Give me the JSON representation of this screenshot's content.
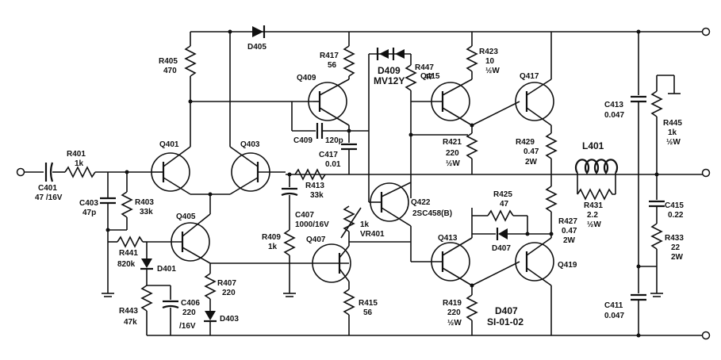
{
  "diagram": {
    "labels": {
      "R405": "R405",
      "R405_v": "470",
      "D405": "D405",
      "R417": "R417",
      "R417_v": "56",
      "Q409": "Q409",
      "D409": "D409",
      "D409_v": "MV12Y",
      "R447": "R447",
      "R447_v": "47",
      "Q415": "Q415",
      "R423": "R423",
      "R423_v": "10",
      "R423_w": "½W",
      "Q417": "Q417",
      "C413": "C413",
      "C413_v": "0.047",
      "R445": "R445",
      "R445_v": "1k",
      "R445_w": "½W",
      "C409": "C409",
      "C409_v": "120p",
      "C417": "C417",
      "C417_v": "0.01",
      "R421": "R421",
      "R421_v": "220",
      "R421_w": "½W",
      "R429": "R429",
      "R429_v": "0.47",
      "R429_w": "2W",
      "L401": "L401",
      "R401": "R401",
      "R401_v": "1k",
      "Q401": "Q401",
      "Q403": "Q403",
      "C401": "C401",
      "C401_v": "47 /16V",
      "C403": "C403",
      "C403_v": "47p",
      "R403": "R403",
      "R403_v": "33k",
      "R413": "R413",
      "R413_v": "33k",
      "Q422": "Q422",
      "Q422_v": "2SC458(B)",
      "R425": "R425",
      "R425_v": "47",
      "R431": "R431",
      "R431_v": "2.2",
      "R431_w": "½W",
      "C415": "C415",
      "C415_v": "0.22",
      "Q405": "Q405",
      "C407": "C407",
      "C407_v": "1000/16V",
      "VR401": "VR401",
      "VR401_v": "1k",
      "R427": "R427",
      "R427_v": "0.47",
      "R427_w": "2W",
      "R433": "R433",
      "R433_v": "22",
      "R433_w": "2W",
      "R441": "R441",
      "R441_v": "820k",
      "R409": "R409",
      "R409_v": "1k",
      "Q407": "Q407",
      "Q413": "Q413",
      "D407a": "D407",
      "Q419": "Q419",
      "D401": "D401",
      "R407": "R407",
      "R407_v": "220",
      "C406": "C406",
      "C406_v": "220",
      "C406_v2": "/16V",
      "D403": "D403",
      "R443": "R443",
      "R443_v": "47k",
      "R415": "R415",
      "R415_v": "56",
      "R419": "R419",
      "R419_v": "220",
      "R419_w": "½W",
      "D407b": "D407",
      "D407_part": "SI-01-02",
      "C411": "C411",
      "C411_v": "0.047"
    }
  }
}
